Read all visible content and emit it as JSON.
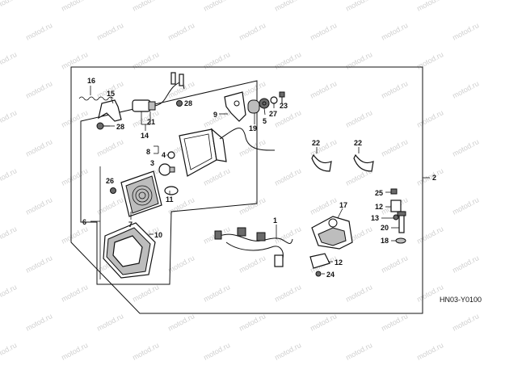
{
  "watermark": "motod.ru",
  "diagram_code": "HN03-Y0100",
  "callouts": {
    "c1": "1",
    "c2": "2",
    "c3": "3",
    "c4": "4",
    "c5": "5",
    "c6": "6",
    "c7": "7",
    "c8": "8",
    "c9": "9",
    "c10": "10",
    "c11": "11",
    "c12a": "12",
    "c12b": "12",
    "c13": "13",
    "c14": "14",
    "c15": "15",
    "c16": "16",
    "c17": "17",
    "c18": "18",
    "c19": "19",
    "c20": "20",
    "c21": "21",
    "c22a": "22",
    "c22b": "22",
    "c23": "23",
    "c24": "24",
    "c25": "25",
    "c26": "26",
    "c27": "27",
    "c28a": "28",
    "c28b": "28"
  }
}
